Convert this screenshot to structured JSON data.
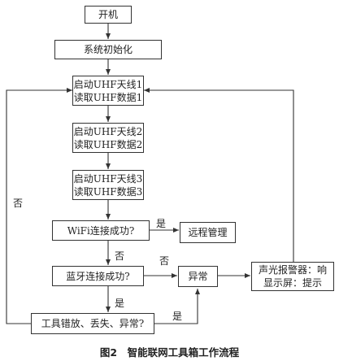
{
  "nodes": {
    "power_on": "开机",
    "sys_init": "系统初始化",
    "antenna1": [
      "启动UHF天线1",
      "读取UHF数据1"
    ],
    "antenna2": [
      "启动UHF天线2",
      "读取UHF数据2"
    ],
    "antenna3": [
      "启动UHF天线3",
      "读取UHF数据3"
    ],
    "wifi_check": "WiFi连接成功?",
    "remote_mgmt": "远程管理",
    "bt_check": "蓝牙连接成功?",
    "abnormal": "异常",
    "alarm": [
      "声光报警器：响",
      "显示屏：提示"
    ],
    "tool_check": "工具错放、丢失、异常?"
  },
  "edge_labels": {
    "wifi_yes": "是",
    "wifi_no": "否",
    "bt_no": "否",
    "bt_yes": "是",
    "tool_yes": "是",
    "tool_no": "否"
  },
  "caption": "图2　智能联网工具箱工作流程"
}
